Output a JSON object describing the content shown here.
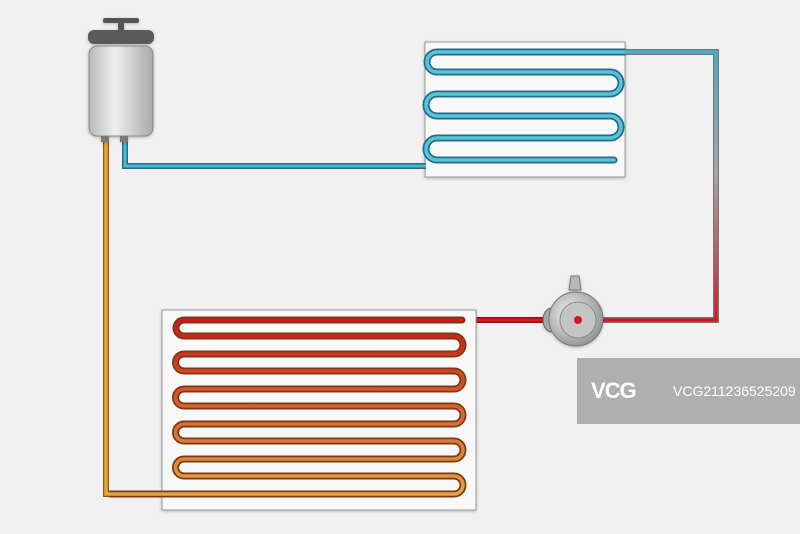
{
  "colors": {
    "background": "#f1f1f1",
    "hot_red": "#c8141c",
    "warm_orange": "#e08a3a",
    "liquid_yellow": "#e0a030",
    "cold_blue": "#2a9ab8",
    "panel_fill": "#f8f8f8",
    "tank_grey": "#c8c8c8"
  },
  "components": {
    "receiver_tank": "receiver-tank",
    "evaporator": "evaporator-coil",
    "compressor": "compressor",
    "condenser": "condenser-coil"
  },
  "watermark": {
    "logo": "VCG",
    "id": "VCG211236525209"
  }
}
